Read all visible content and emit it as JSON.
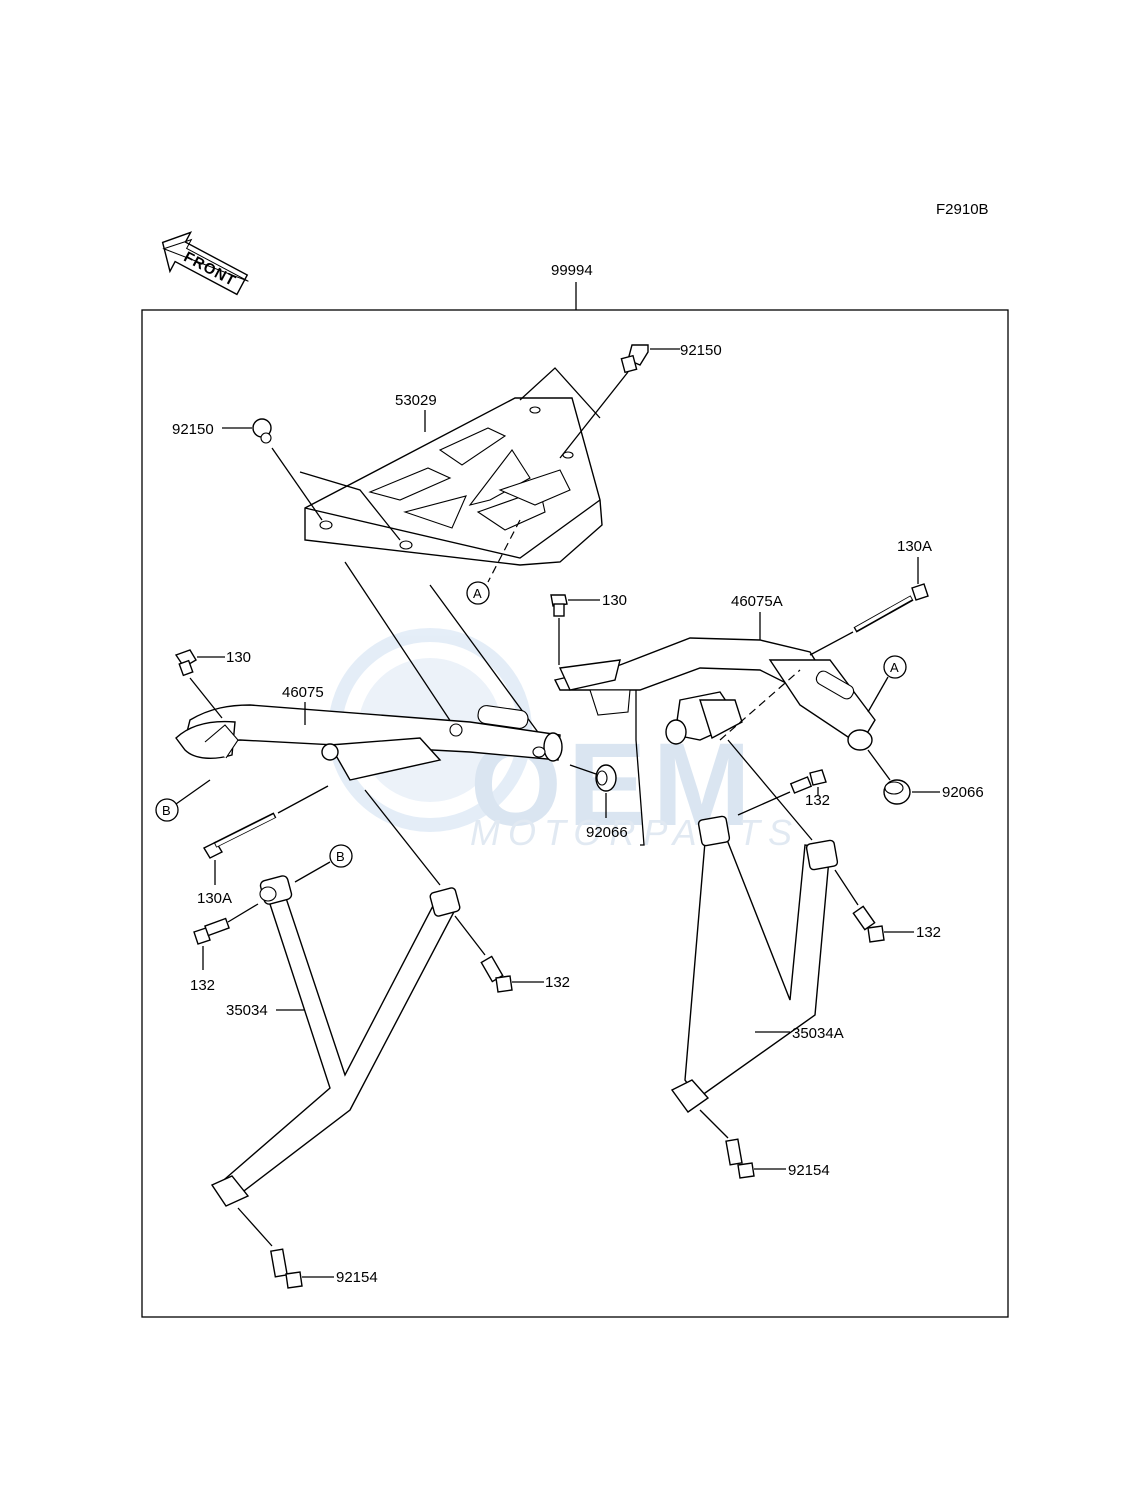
{
  "figure_code": "F2910B",
  "front_indicator": "FRONT",
  "assembly_number": "99994",
  "watermark": {
    "brand": "OEM",
    "sub": "MOTORPARTS",
    "color": "#cfe0f2"
  },
  "callouts": {
    "bolt_top_right": "92150",
    "bolt_top_left": "92150",
    "carrier_plate": "53029",
    "bolt_left_130": "130",
    "bolt_mid_130": "130",
    "bolt_130a_right": "130A",
    "bolt_130a_left": "130A",
    "bracket_left": "46075",
    "bracket_right": "46075A",
    "damper_center": "92066",
    "damper_right": "92066",
    "bolt_132_a": "132",
    "bolt_132_b": "132",
    "bolt_132_c": "132",
    "bolt_132_d": "132",
    "stay_left": "35034",
    "stay_right": "35034A",
    "bolt_92154_right": "92154",
    "bolt_92154_left": "92154"
  },
  "ref_marks": {
    "a": "A",
    "b": "B"
  }
}
